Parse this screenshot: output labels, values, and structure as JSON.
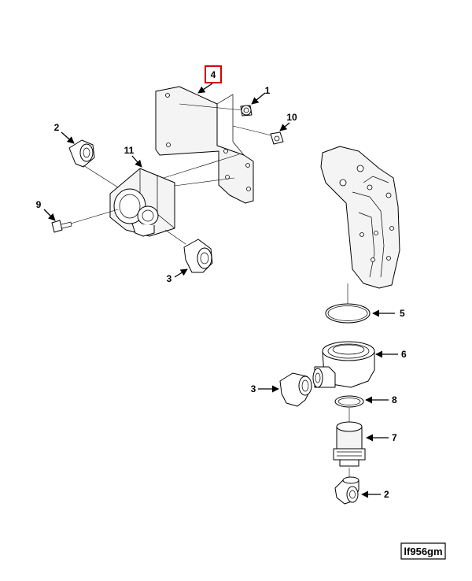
{
  "callouts": {
    "c1": "1",
    "c2_top": "2",
    "c3_left": "3",
    "c4": "4",
    "c5": "5",
    "c6": "6",
    "c7": "7",
    "c8": "8",
    "c9": "9",
    "c10": "10",
    "c11": "11",
    "c3_right": "3",
    "c2_bottom": "2"
  },
  "figure_id": "lf956gm",
  "highlighted_callout": "4",
  "colors": {
    "highlight": "#d40000",
    "ink": "#000000"
  }
}
